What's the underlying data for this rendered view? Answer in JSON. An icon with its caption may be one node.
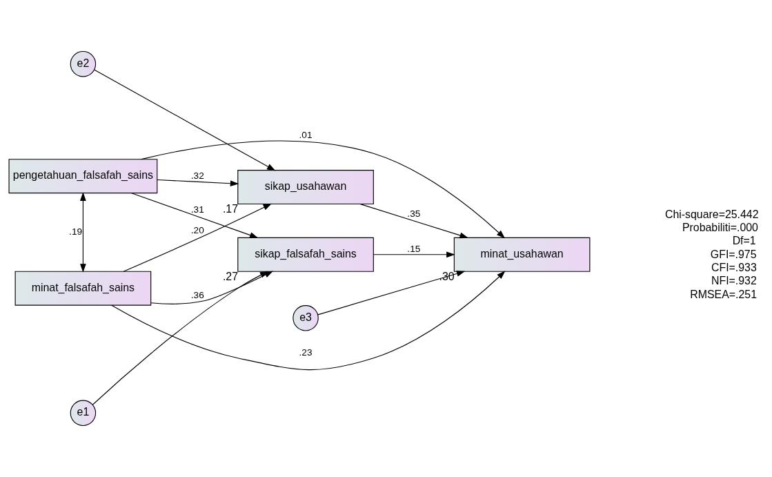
{
  "diagram": {
    "nodes": [
      {
        "text": [
          "minat_falsafah_sains"
        ]
      },
      {
        "text": [
          "e1"
        ]
      },
      {
        "text": [
          "sikap_falsafah_sains"
        ],
        "beside": [
          ".27"
        ]
      },
      {
        "text": [
          "e2"
        ]
      },
      {
        "text": [
          "sikap_usahawan"
        ],
        "beside": [
          ".17"
        ]
      },
      {
        "text": [
          "e3"
        ]
      },
      {
        "text": [
          "minat_usahawan"
        ],
        "beside": [
          ".30"
        ]
      },
      {
        "text": [
          "pengetahuan_falsafah_sains"
        ]
      }
    ],
    "edges": [
      {
        "from": 7,
        "to": 0,
        "arrow": "both",
        "label": ".19"
      },
      {
        "from": 0,
        "to": 2,
        "arrow": "to",
        "label": ".36"
      },
      {
        "from": 0,
        "to": 6,
        "arrow": "to",
        "label": ".23"
      },
      {
        "from": 0,
        "to": 4,
        "arrow": "to",
        "label": ".20"
      },
      {
        "from": 1,
        "to": 2,
        "arrow": "to"
      },
      {
        "from": 3,
        "to": 4,
        "arrow": "to"
      },
      {
        "from": 2,
        "to": 6,
        "arrow": "to",
        "label": ".15"
      },
      {
        "from": 5,
        "to": 6,
        "arrow": "to"
      },
      {
        "from": 4,
        "to": 6,
        "arrow": "to",
        "label": ".35"
      },
      {
        "from": 7,
        "to": 2,
        "arrow": "to",
        "label": ".31"
      },
      {
        "from": 7,
        "to": 4,
        "arrow": "to",
        "label": ".32"
      },
      {
        "from": 7,
        "to": 6,
        "arrow": "to",
        "label": ".01"
      }
    ],
    "labels": [
      "Chi-square=25.442",
      "Probabiliti=.000",
      "Df=1",
      "GFI=.975",
      "CFI=.933",
      "NFI=.932",
      "RMSEA=.251"
    ]
  }
}
